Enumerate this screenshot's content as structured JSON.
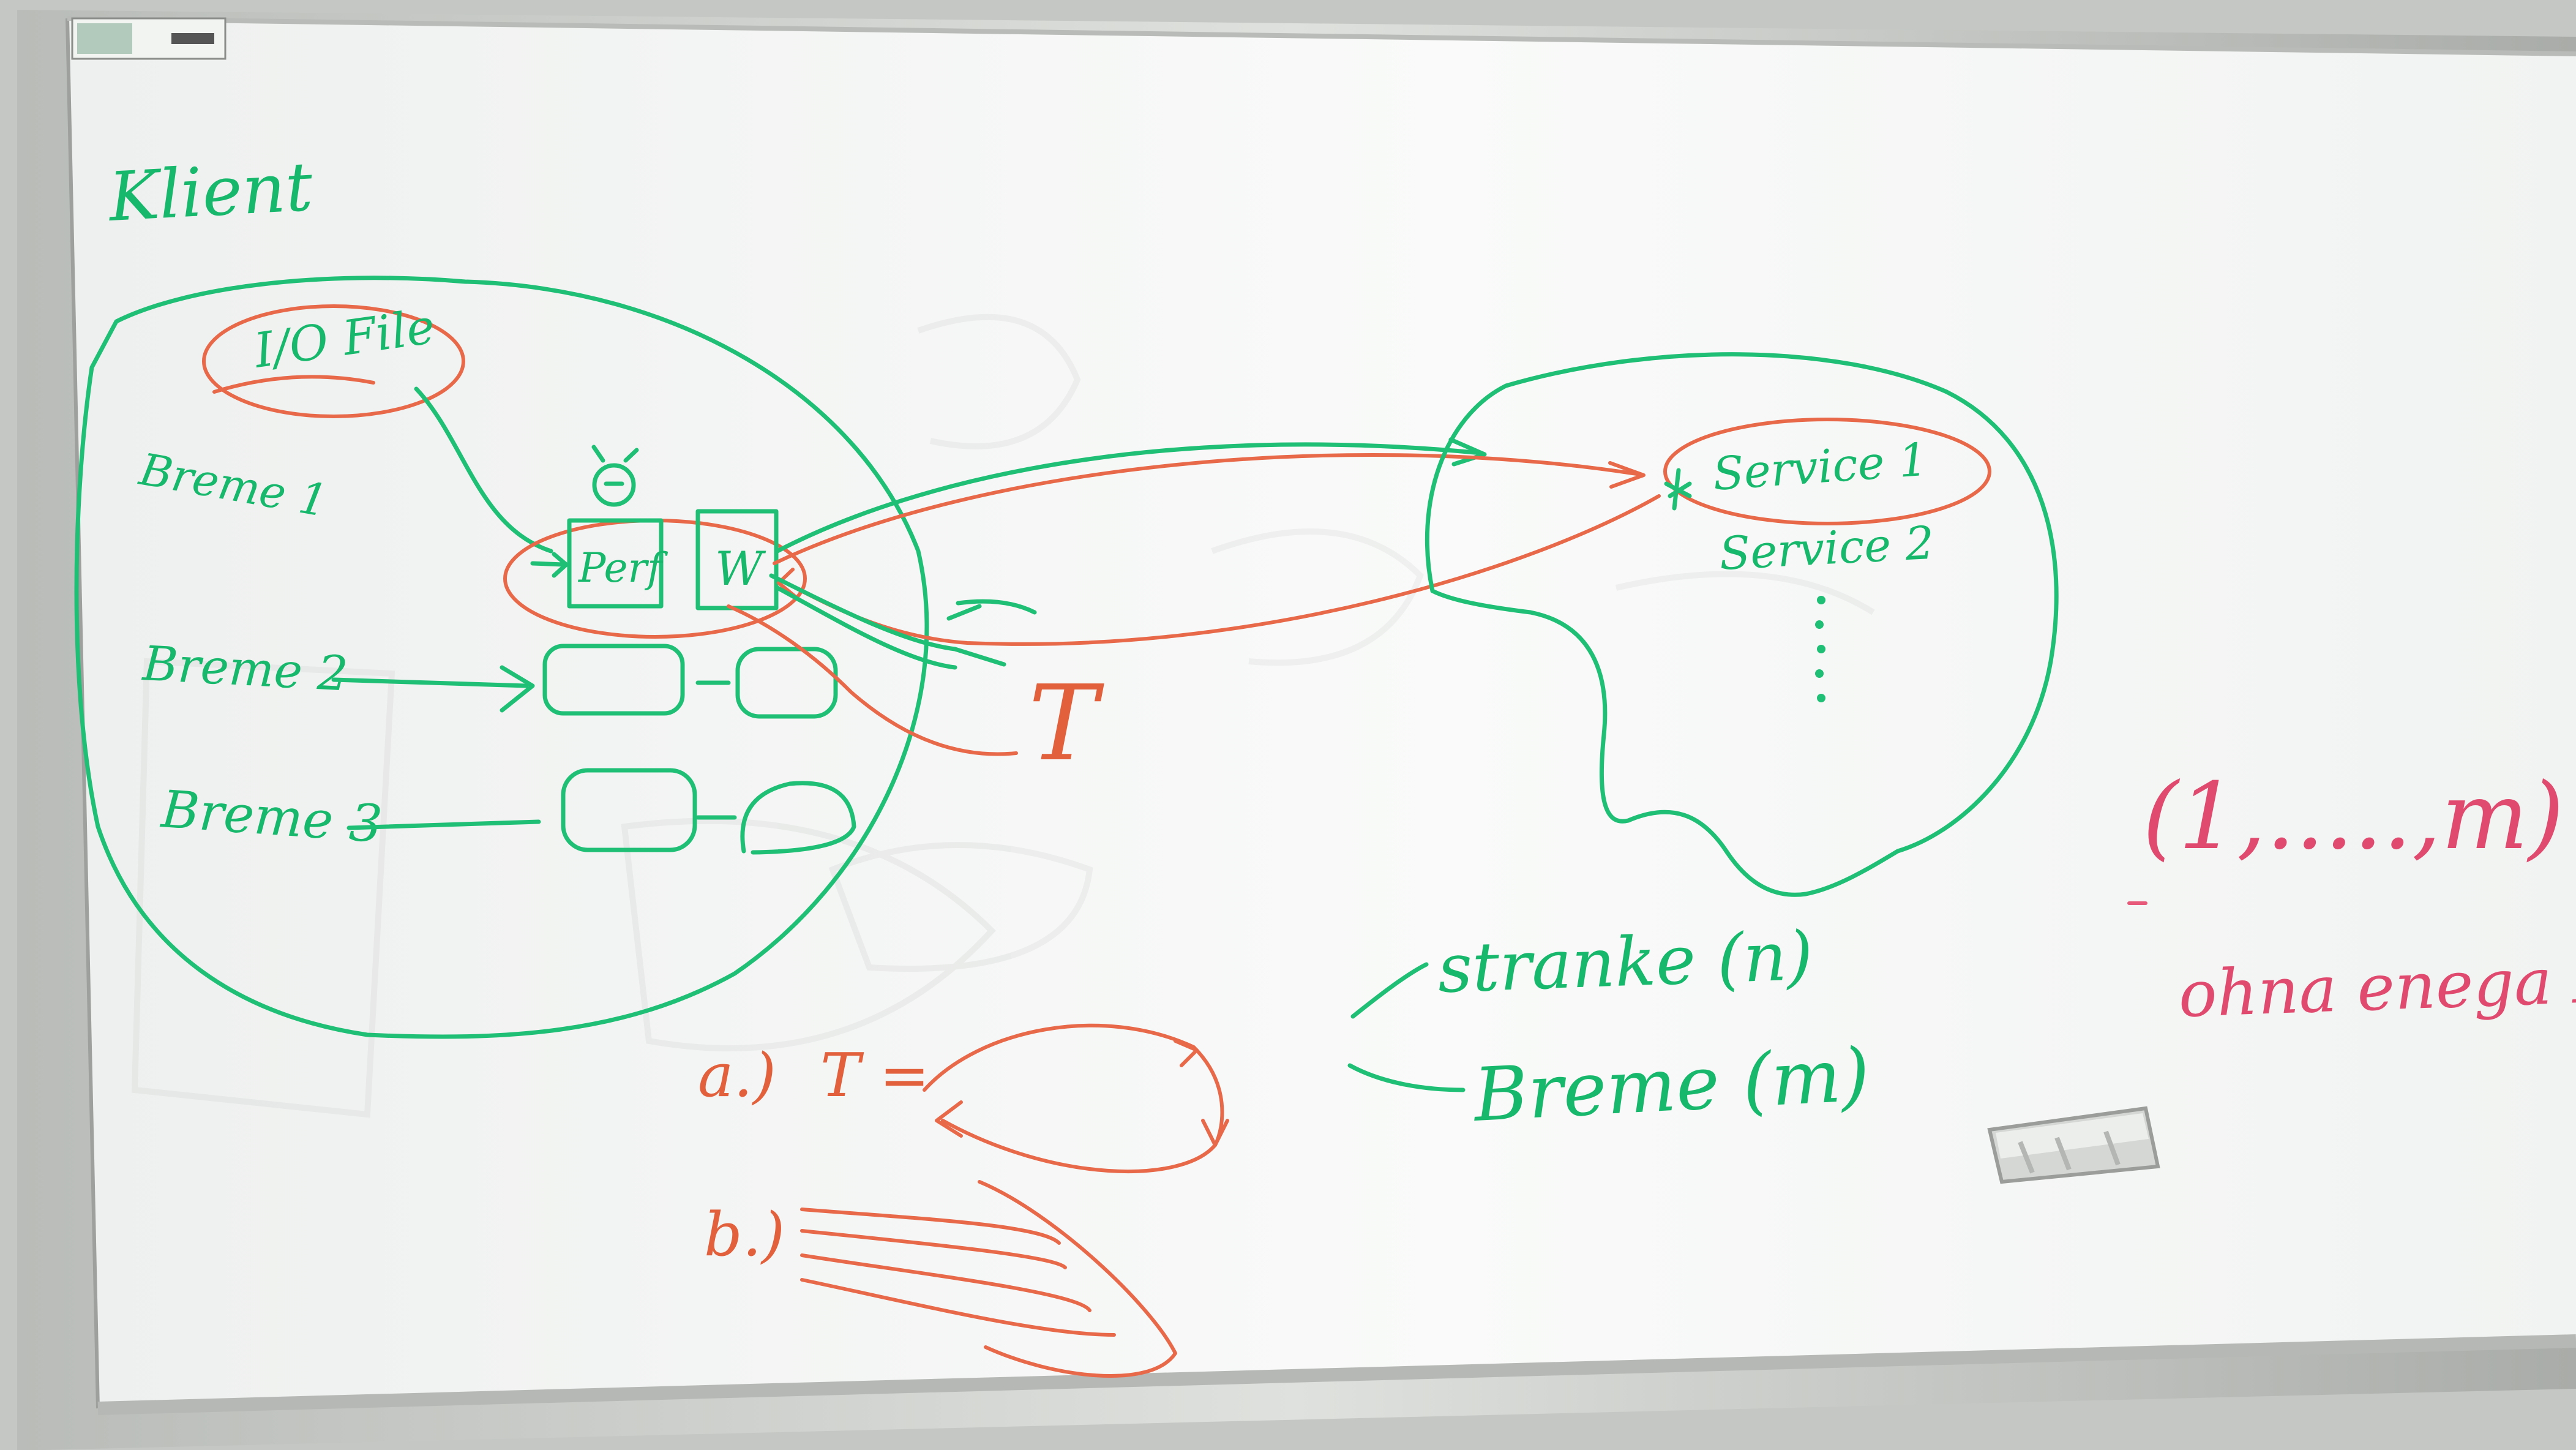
{
  "whiteboard": {
    "colors": {
      "green_marker": "#1fbf76",
      "orange_marker": "#e8684a",
      "pink_marker": "#e85a7a",
      "board": "#f7f8f7"
    },
    "client_label": "Klient",
    "io_file": "I/O File",
    "breme_1": "Breme 1",
    "breme_2": "Breme 2",
    "breme_3": "Breme 3",
    "perf_box": "Perf",
    "w_box": "W",
    "t_label": "T",
    "service_1": "Service 1",
    "service_2": "Service 2",
    "range_text": "(1,.....,m)",
    "pink_note": "ohna enega Klie",
    "a_label": "a.)",
    "t_equals": "T =",
    "b_label": "b.)",
    "stranke_text": "stranke (n)",
    "breme_m_text": "Breme (m)"
  }
}
